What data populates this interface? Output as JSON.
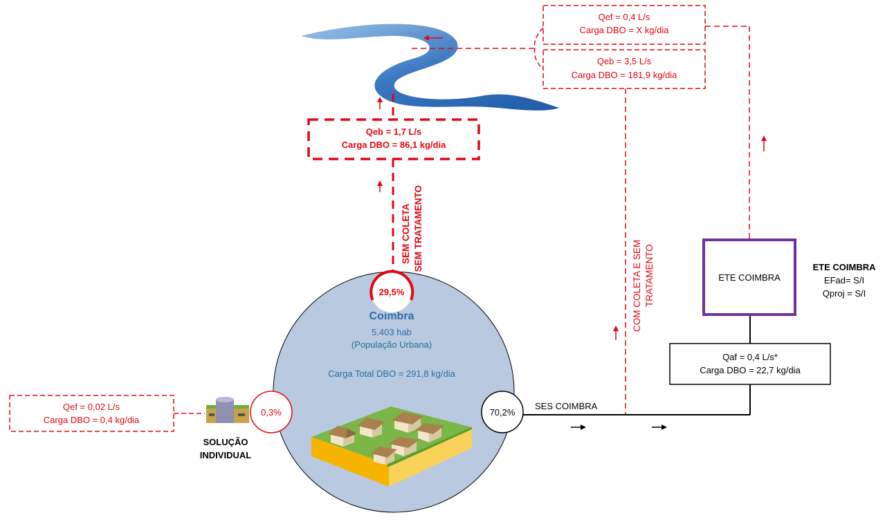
{
  "colors": {
    "red": "#e30613",
    "purple": "#7030a0",
    "city_circle": "#b8c9e0",
    "city_text": "#2e6da4",
    "river": "#2e6bb8"
  },
  "city": {
    "name": "Coimbra",
    "population": "5.403 hab",
    "population_note": "(População Urbana)",
    "total_load": "Carga Total DBO = 291,8 kg/dia"
  },
  "percentages": {
    "no_collection": "29,5%",
    "individual": "0,3%",
    "ses": "70,2%"
  },
  "individual_solution": {
    "label_line1": "SOLUÇÃO",
    "label_line2": "INDIVIDUAL",
    "box_line1": "Qef = 0,02 L/s",
    "box_line2": "Carga DBO = 0,4 kg/dia"
  },
  "no_collection": {
    "label_line1": "SEM COLETA",
    "label_line2": "E SEM TRATAMENTO",
    "box_line1": "Qeb = 1,7 L/s",
    "box_line2": "Carga DBO = 86,1 kg/dia"
  },
  "collection_no_treatment": {
    "label_line1": "COM COLETA E SEM",
    "label_line2": "TRATAMENTO"
  },
  "ses": {
    "label": "SES COIMBRA"
  },
  "top_boxes": {
    "effluent_line1": "Qef = 0,4 L/s",
    "effluent_line2": "Carga DBO = X kg/dia",
    "raw_line1": "Qeb = 3,5 L/s",
    "raw_line2": "Carga DBO = 181,9 kg/dia"
  },
  "ete": {
    "box_label": "ETE COIMBRA",
    "info_title": "ETE COIMBRA",
    "info_line1": "EFad= S/I",
    "info_line2": "Qproj = S/I",
    "affluent_line1": "Qaf = 0,4 L/s*",
    "affluent_line2": "Carga DBO = 22,7 kg/dia"
  }
}
